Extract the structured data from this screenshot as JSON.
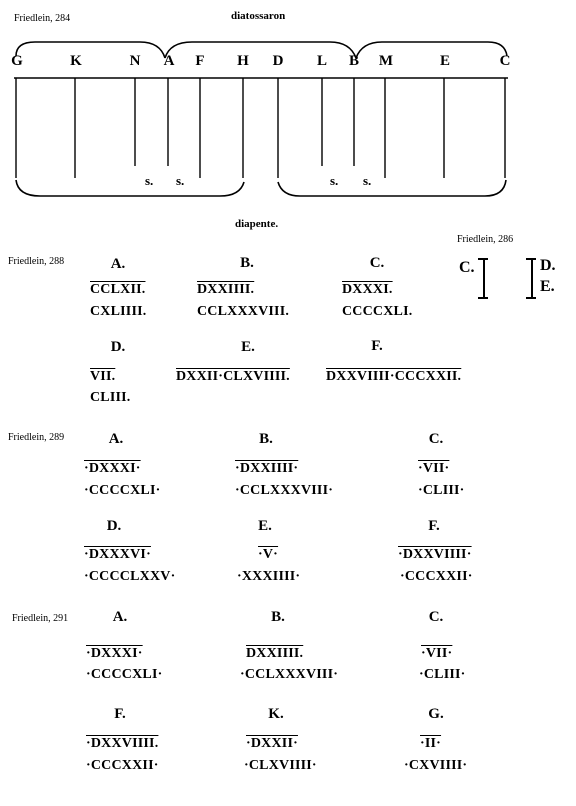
{
  "fig284": {
    "ref": "Friedlein, 284",
    "top_heading": "diatossaron",
    "bottom_heading": "diapente.",
    "notes": [
      "G",
      "K",
      "N",
      "A",
      "F",
      "H",
      "D",
      "L",
      "B",
      "M",
      "E",
      "C"
    ],
    "s_marks": [
      "s.",
      "s.",
      "s.",
      "s."
    ]
  },
  "fig286": {
    "ref": "Friedlein, 286",
    "left": "C.",
    "right_top": "D.",
    "right_bottom": "E."
  },
  "fig288": {
    "ref": "Friedlein, 288",
    "groups": [
      {
        "label": "A.",
        "lines": [
          "CCLXII.",
          "CXLIIII."
        ]
      },
      {
        "label": "B.",
        "lines": [
          "DXXIIII.",
          "CCLXXXVIII."
        ]
      },
      {
        "label": "C.",
        "lines": [
          "DXXXI.",
          "CCCCXLI."
        ]
      },
      {
        "label": "D.",
        "lines": [
          "VII.",
          "CLIII."
        ]
      },
      {
        "label": "E.",
        "lines": [
          "DXXII·CLXVIIII."
        ]
      },
      {
        "label": "F.",
        "lines": [
          "DXXVIIII·CCCXXII."
        ]
      }
    ]
  },
  "fig289": {
    "ref": "Friedlein, 289",
    "groups": [
      {
        "label": "A.",
        "lines": [
          "·DXXXI·",
          "·CCCCXLI·"
        ]
      },
      {
        "label": "B.",
        "lines": [
          "·DXXIIII·",
          "·CCLXXXVIII·"
        ]
      },
      {
        "label": "C.",
        "lines": [
          "·VII·",
          "·CLIII·"
        ]
      },
      {
        "label": "D.",
        "lines": [
          "·DXXXVI·",
          "·CCCCLXXV·"
        ]
      },
      {
        "label": "E.",
        "lines": [
          "·V·",
          "·XXXIIII·"
        ]
      },
      {
        "label": "F.",
        "lines": [
          "·DXXVIIII·",
          "·CCCXXII·"
        ]
      }
    ]
  },
  "fig291": {
    "ref": "Friedlein, 291",
    "groups": [
      {
        "label": "A.",
        "lines": [
          "·DXXXI·",
          "·CCCCXLI·"
        ]
      },
      {
        "label": "B.",
        "lines": [
          "DXXIIII.",
          "·CCLXXXVIII·"
        ]
      },
      {
        "label": "C.",
        "lines": [
          "·VII·",
          "·CLIII·"
        ]
      },
      {
        "label": "F.",
        "lines": [
          "·DXXVIIII.",
          "·CCCXXII·"
        ]
      },
      {
        "label": "K.",
        "lines": [
          "·DXXII·",
          "·CLXVIIII·"
        ]
      },
      {
        "label": "G.",
        "lines": [
          "·II·",
          "·CXVIIII·"
        ]
      }
    ]
  }
}
